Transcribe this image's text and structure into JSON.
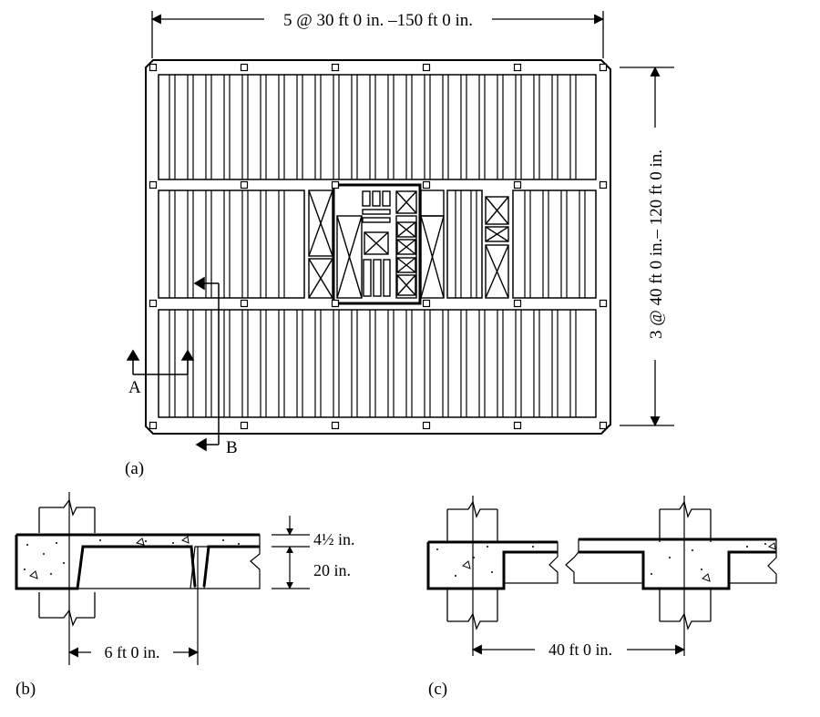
{
  "plan": {
    "label": "(a)",
    "width_dimension": "5 @ 30 ft 0 in. –150 ft 0 in.",
    "height_dimension": "3 @ 40 ft 0 in.– 120 ft 0 in.",
    "section_a": "A",
    "section_b": "B"
  },
  "section_b": {
    "label": "(b)",
    "slab_thickness": "4½ in.",
    "joist_depth": "20 in.",
    "joist_spacing": "6 ft 0 in."
  },
  "section_c": {
    "label": "(c)",
    "span": "40 ft 0 in."
  }
}
